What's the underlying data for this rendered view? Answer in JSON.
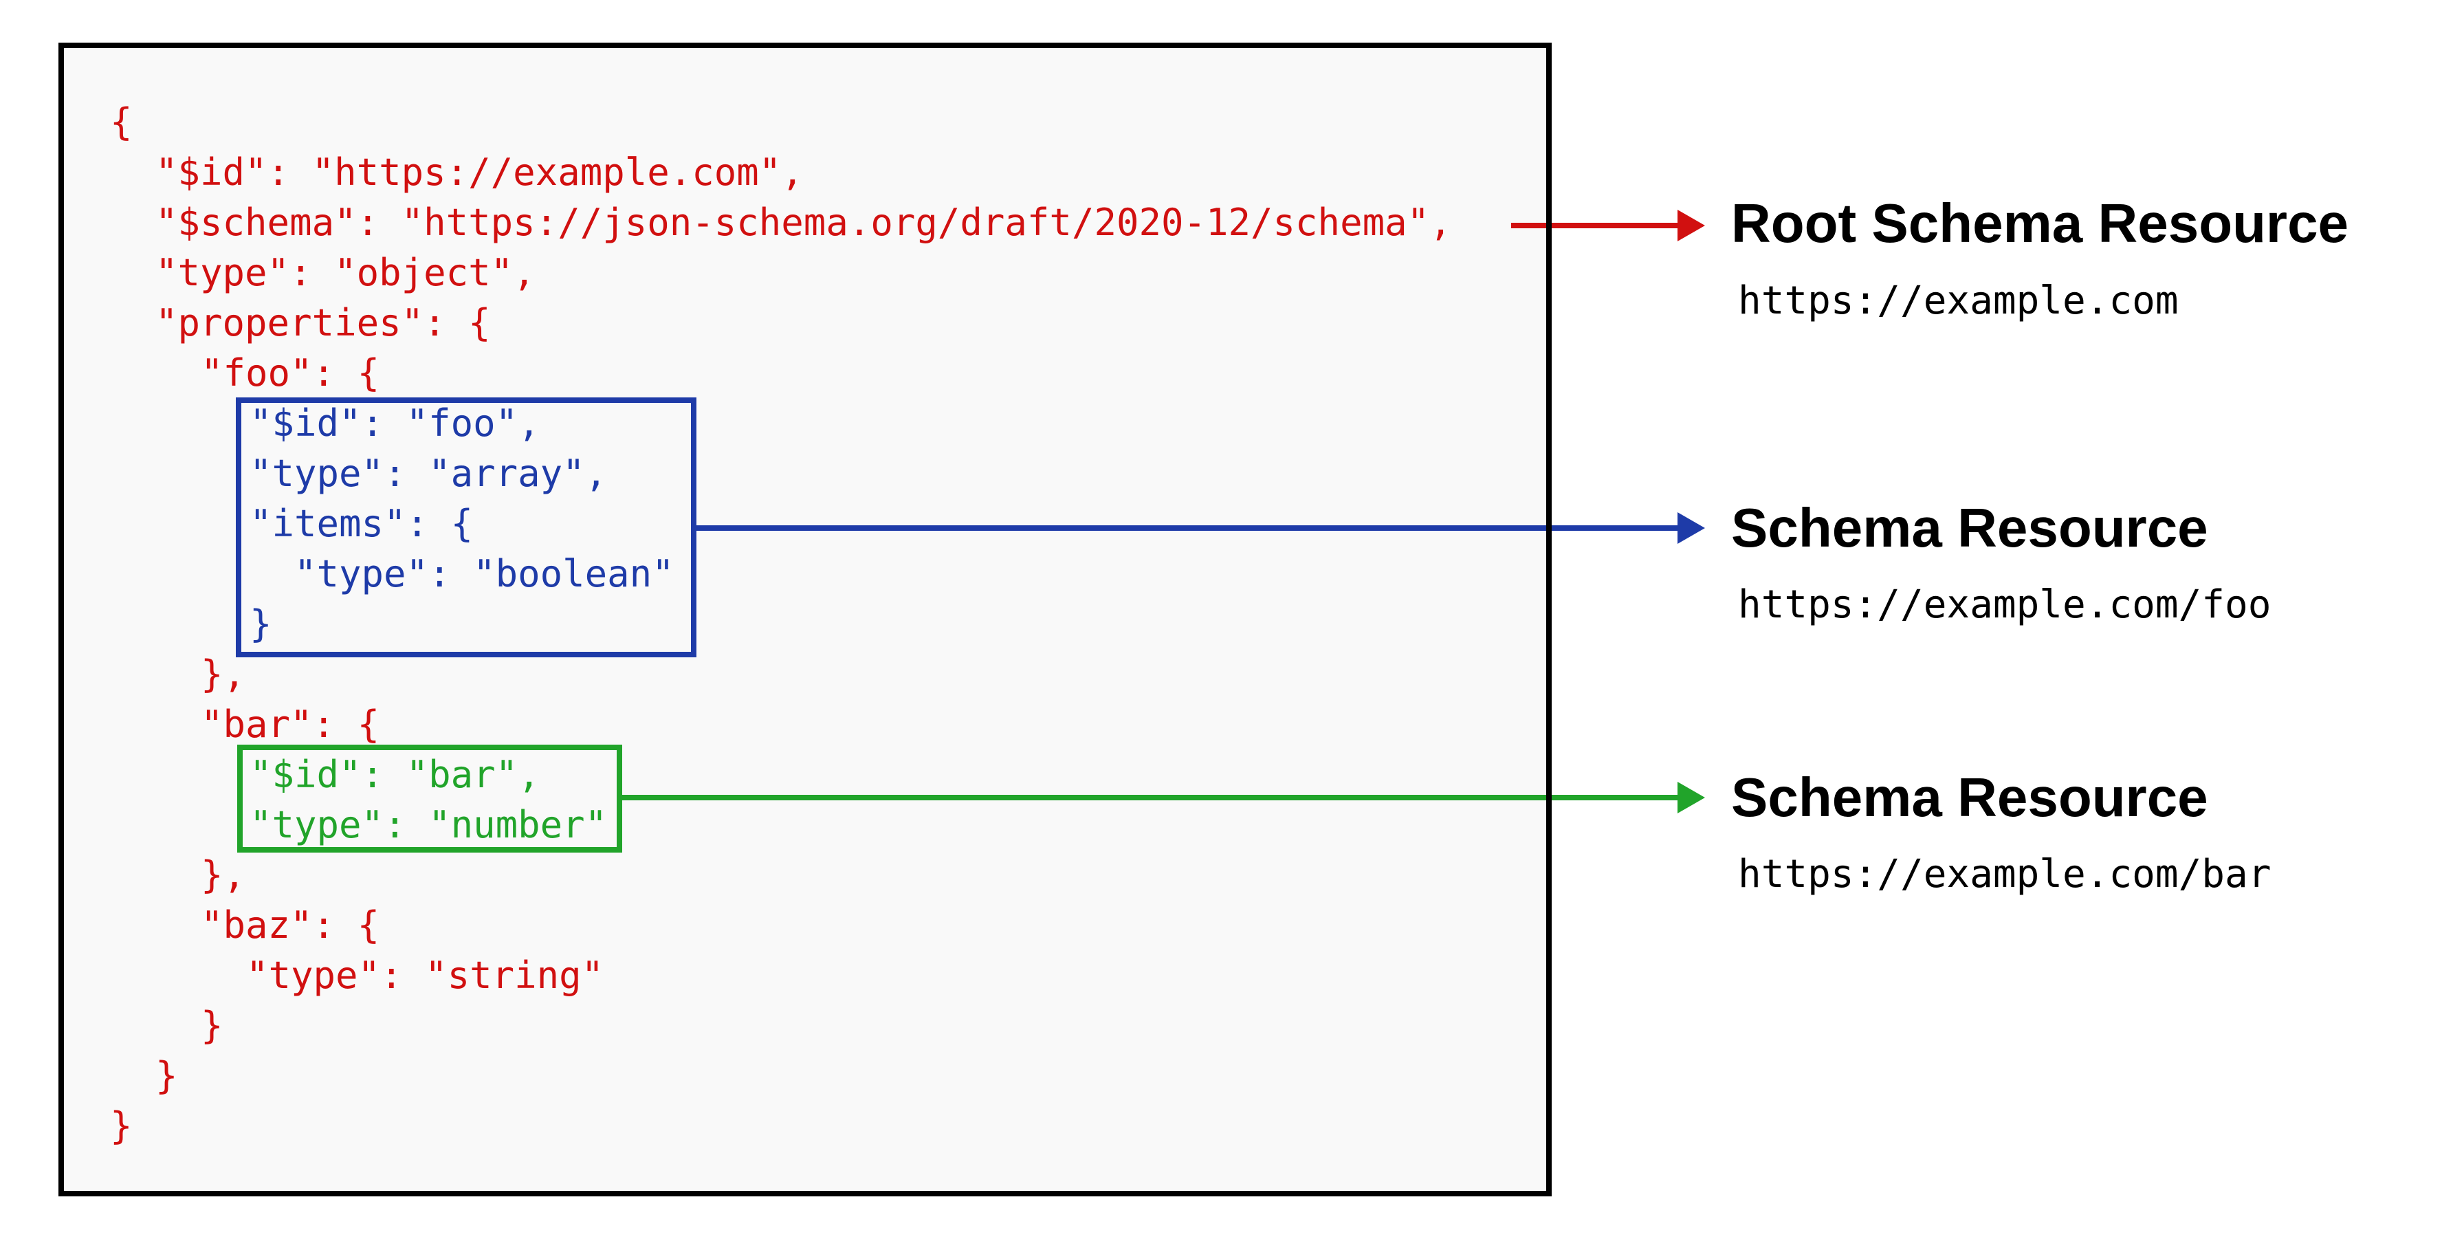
{
  "colors": {
    "red": "#d11010",
    "blue": "#1e3ba8",
    "green": "#21a42a",
    "ink": "#000000",
    "panel-bg": "#f9f9f9"
  },
  "code": {
    "lines": [
      {
        "text": "{"
      },
      {
        "text": "\"$id\": \"https://example.com\","
      },
      {
        "text": "\"$schema\": \"https://json-schema.org/draft/2020-12/schema\","
      },
      {
        "text": "\"type\": \"object\","
      },
      {
        "text": "\"properties\": {"
      },
      {
        "text": "\"foo\": {"
      },
      {
        "text": "\"$id\": \"foo\","
      },
      {
        "text": "\"type\": \"array\","
      },
      {
        "text": "\"items\": {"
      },
      {
        "text": "\"type\": \"boolean\""
      },
      {
        "text": "}"
      },
      {
        "text": "},"
      },
      {
        "text": "\"bar\": {"
      },
      {
        "text": "\"$id\": \"bar\","
      },
      {
        "text": "\"type\": \"number\""
      },
      {
        "text": "},"
      },
      {
        "text": "\"baz\": {"
      },
      {
        "text": "\"type\": \"string\""
      },
      {
        "text": "}"
      },
      {
        "text": "}"
      },
      {
        "text": "}"
      }
    ]
  },
  "labels": [
    {
      "title": "Root Schema Resource",
      "url": "https://example.com"
    },
    {
      "title": "Schema Resource",
      "url": "https://example.com/foo"
    },
    {
      "title": "Schema Resource",
      "url": "https://example.com/bar"
    }
  ]
}
